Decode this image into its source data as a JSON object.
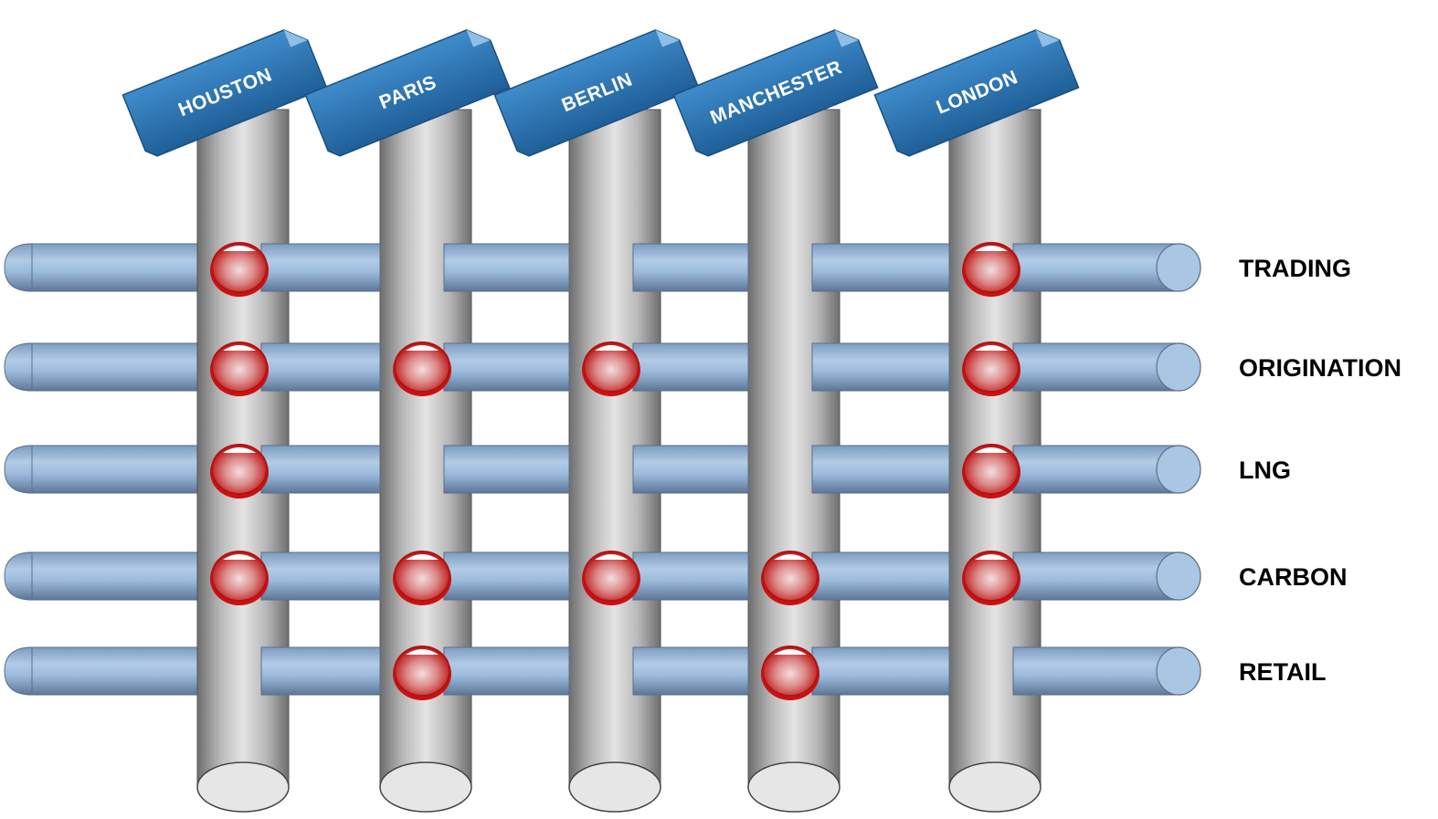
{
  "colors": {
    "pipe_fill": "#95b6d8",
    "pipe_stroke": "#5a6f8c",
    "column": "#b5b5b5",
    "banner": "#2f78b4",
    "node": "#cc1111",
    "label": "#000000"
  },
  "cities": [
    {
      "name": "HOUSTON"
    },
    {
      "name": "PARIS"
    },
    {
      "name": "BERLIN"
    },
    {
      "name": "MANCHESTER"
    },
    {
      "name": "LONDON"
    }
  ],
  "activities": [
    {
      "name": "TRADING",
      "present_in": [
        "HOUSTON",
        "LONDON"
      ]
    },
    {
      "name": "ORIGINATION",
      "present_in": [
        "HOUSTON",
        "PARIS",
        "BERLIN",
        "LONDON"
      ]
    },
    {
      "name": "LNG",
      "present_in": [
        "HOUSTON",
        "LONDON"
      ]
    },
    {
      "name": "CARBON",
      "present_in": [
        "HOUSTON",
        "PARIS",
        "BERLIN",
        "MANCHESTER",
        "LONDON"
      ]
    },
    {
      "name": "RETAIL",
      "present_in": [
        "PARIS",
        "MANCHESTER"
      ]
    }
  ]
}
